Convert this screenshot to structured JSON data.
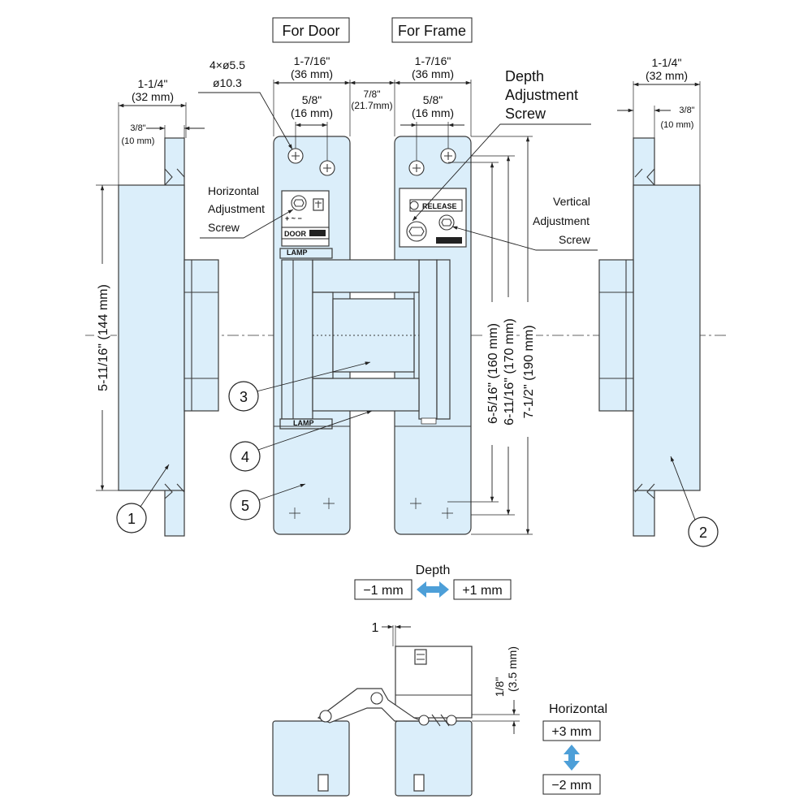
{
  "headers": {
    "door": "For Door",
    "frame": "For Frame"
  },
  "dims": {
    "left_width": "1-1/4\"",
    "left_width_mm": "(32 mm)",
    "left_offset": "3/8\"",
    "left_offset_mm": "(10 mm)",
    "holes_count": "4×ø5.5",
    "holes_cbore": "ø10.3",
    "door_width": "1-7/16\"",
    "door_width_mm": "(36 mm)",
    "door_pitch": "5/8\"",
    "door_pitch_mm": "(16 mm)",
    "gap": "7/8\"",
    "gap_mm": "(21.7mm)",
    "frame_width": "1-7/16\"",
    "frame_width_mm": "(36 mm)",
    "frame_pitch": "5/8\"",
    "frame_pitch_mm": "(16 mm)",
    "right_width": "1-1/4\"",
    "right_width_mm": "(32 mm)",
    "right_offset": "3/8\"",
    "right_offset_mm": "(10 mm)",
    "left_height": "5-11/16\"  (144 mm)",
    "h160": "6-5/16\"  (160 mm)",
    "h170": "6-11/16\"  (170 mm)",
    "h190": "7-1/2\"  (190 mm)",
    "bottom_one": "1",
    "bottom_eighth": "1/8\"",
    "bottom_eighth_mm": "(3.5 mm)"
  },
  "labels": {
    "depth_screw": [
      "Depth",
      "Adjustment",
      "Screw"
    ],
    "horizontal_screw": [
      "Horizontal",
      "Adjustment",
      "Screw"
    ],
    "vertical_screw": [
      "Vertical",
      "Adjustment",
      "Screw"
    ],
    "door_stamp": "DOOR",
    "lamp": "LAMP",
    "release": "RELEASE"
  },
  "callouts": [
    "1",
    "2",
    "3",
    "4",
    "5"
  ],
  "depth_adjust": {
    "title": "Depth",
    "minus": "−1 mm",
    "plus": "+1 mm"
  },
  "horizontal_adjust": {
    "title": "Horizontal",
    "plus": "+3 mm",
    "minus": "−2 mm"
  },
  "colors": {
    "part_fill": "#dbeefa",
    "arrow": "#4d9fd8",
    "line": "#222222"
  }
}
